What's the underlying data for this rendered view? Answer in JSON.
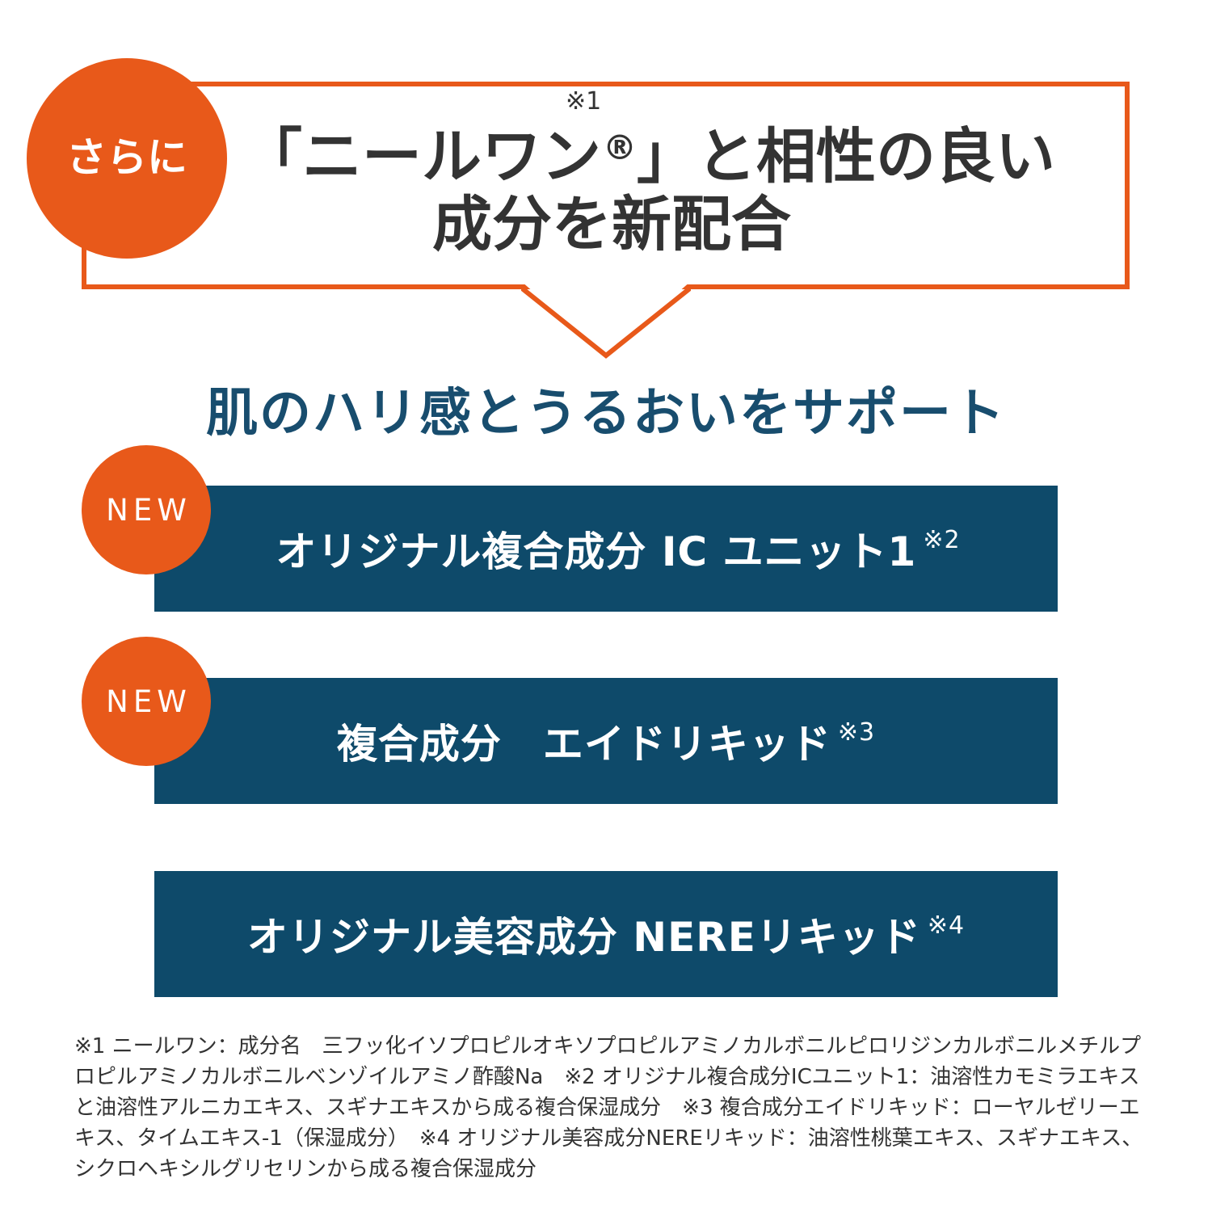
{
  "colors": {
    "orange": "#e8591a",
    "navy": "#0e4a6a",
    "navy_text": "#184d6e",
    "body_text": "#333333"
  },
  "badge_main": "さらに",
  "headline": {
    "line1_a": "「ニールワン",
    "registered": "®",
    "note": "※1",
    "line1_b": "」と相性の良い",
    "line2": "成分を新配合"
  },
  "subheadline": "肌のハリ感とうるおいをサポート",
  "new_label": "NEW",
  "ingredients": [
    {
      "name": "オリジナル複合成分 IC ユニット1",
      "note": "※2",
      "is_new": true
    },
    {
      "name": "複合成分　エイドリキッド",
      "note": "※3",
      "is_new": true
    },
    {
      "name": "オリジナル美容成分 NEREリキッド",
      "note": "※4",
      "is_new": false
    }
  ],
  "footnotes": "※1 ニールワン：成分名　三フッ化イソプロピルオキソプロピルアミノカルボニルピロリジンカルボニルメチルプロピルアミノカルボニルベンゾイルアミノ酢酸Na　※2 オリジナル複合成分ICユニット1：油溶性カモミラエキスと油溶性アルニカエキス、スギナエキスから成る複合保湿成分　※3 複合成分エイドリキッド：ローヤルゼリーエキス、タイムエキス-1（保湿成分）　※4 オリジナル美容成分NEREリキッド：油溶性桃葉エキス、スギナエキス、シクロヘキシルグリセリンから成る複合保湿成分"
}
